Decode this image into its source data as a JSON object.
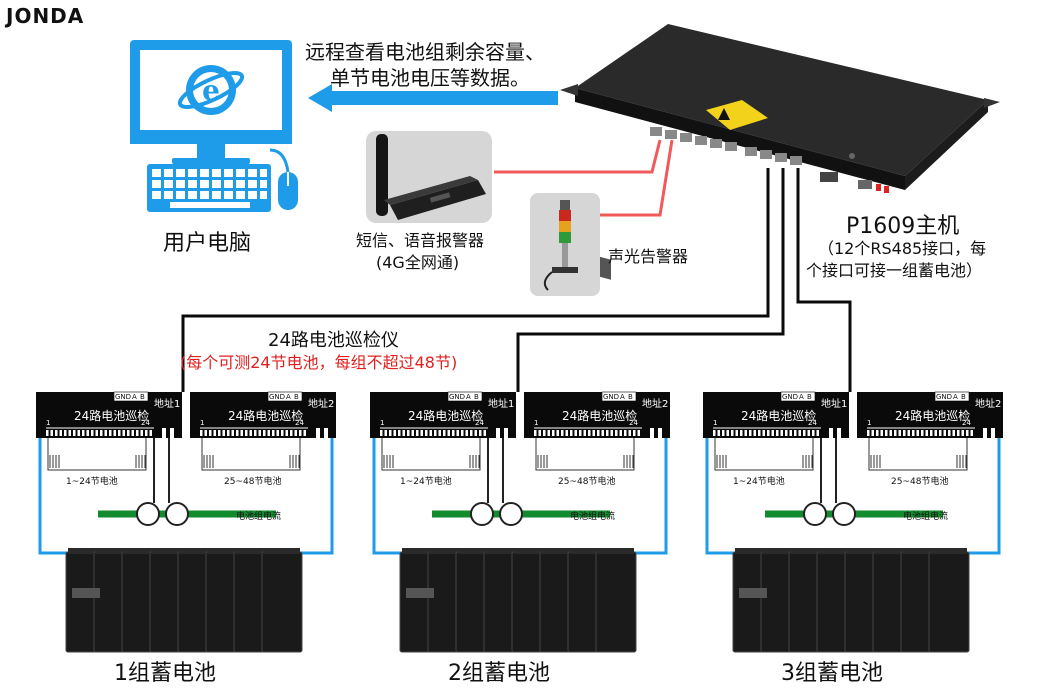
{
  "brand": {
    "logo": "JONDA"
  },
  "computer": {
    "label": "用户电脑"
  },
  "remote_text": {
    "line1": "远程查看电池组剩余容量、",
    "line2": "单节电池电压等数据。"
  },
  "sms_alarm": {
    "line1": "短信、语音报警器",
    "line2": "(4G全网通)"
  },
  "light_alarm": {
    "label": "声光告警器"
  },
  "host": {
    "title": "P1609主机",
    "desc_line1": "（12个RS485接口，每",
    "desc_line2": "个接口可接一组蓄电池）"
  },
  "inspector": {
    "title": "24路电池巡检仪",
    "note": "(每个可测24节电池，每组不超过48节)"
  },
  "module": {
    "title": "24路电池巡检",
    "addr1": "地址1",
    "addr2": "地址2",
    "term_gnd": "GND",
    "term_a": "A",
    "term_b": "B",
    "tick_start": "1",
    "tick_end": "24",
    "range1": "1~24节电池",
    "range2": "25~48节电池",
    "current_label": "电池组电流"
  },
  "banks": [
    {
      "label": "1组蓄电池"
    },
    {
      "label": "2组蓄电池"
    },
    {
      "label": "3组蓄电池"
    }
  ],
  "colors": {
    "accent_blue": "#1e9be9",
    "cable_red": "#f05a5a",
    "bus_green": "#128a2e",
    "module_black": "#0a0a0a"
  }
}
